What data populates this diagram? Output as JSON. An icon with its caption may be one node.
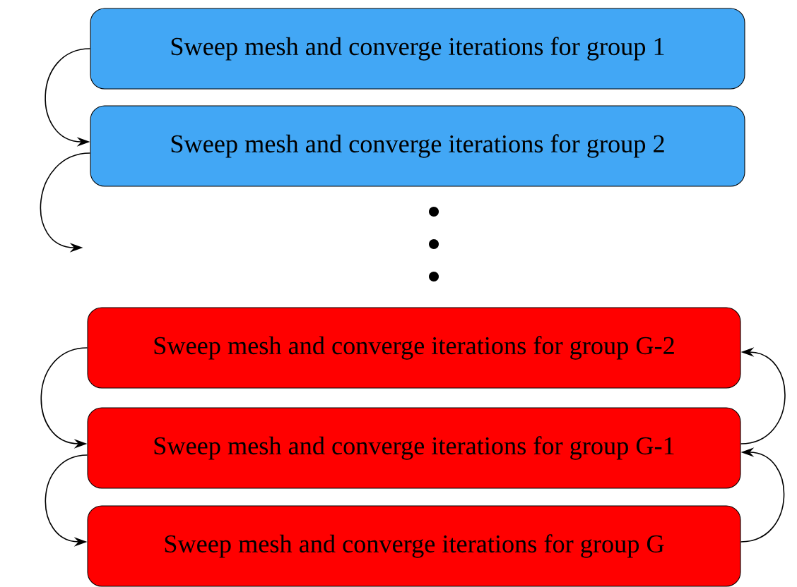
{
  "diagram": {
    "nodes": [
      {
        "text": [
          "Sweep mesh and converge iterations for group 1"
        ]
      },
      {
        "text": [
          "Sweep mesh and converge iterations for group 2"
        ]
      },
      {
        "text": [
          "Sweep mesh and converge iterations for group G-2"
        ]
      },
      {
        "text": [
          "Sweep mesh and converge iterations for group G-1"
        ]
      },
      {
        "text": [
          "Sweep mesh and converge iterations for group G"
        ]
      }
    ],
    "edges": [
      {
        "from": 0,
        "to": 1,
        "arrow": "to"
      },
      {
        "from": 1,
        "to": null,
        "arrow": "to"
      },
      {
        "from": 2,
        "to": 3,
        "arrow": "to"
      },
      {
        "from": 3,
        "to": 4,
        "arrow": "to"
      },
      {
        "from": 4,
        "to": 3,
        "arrow": "to"
      },
      {
        "from": 3,
        "to": 2,
        "arrow": "to"
      }
    ]
  }
}
